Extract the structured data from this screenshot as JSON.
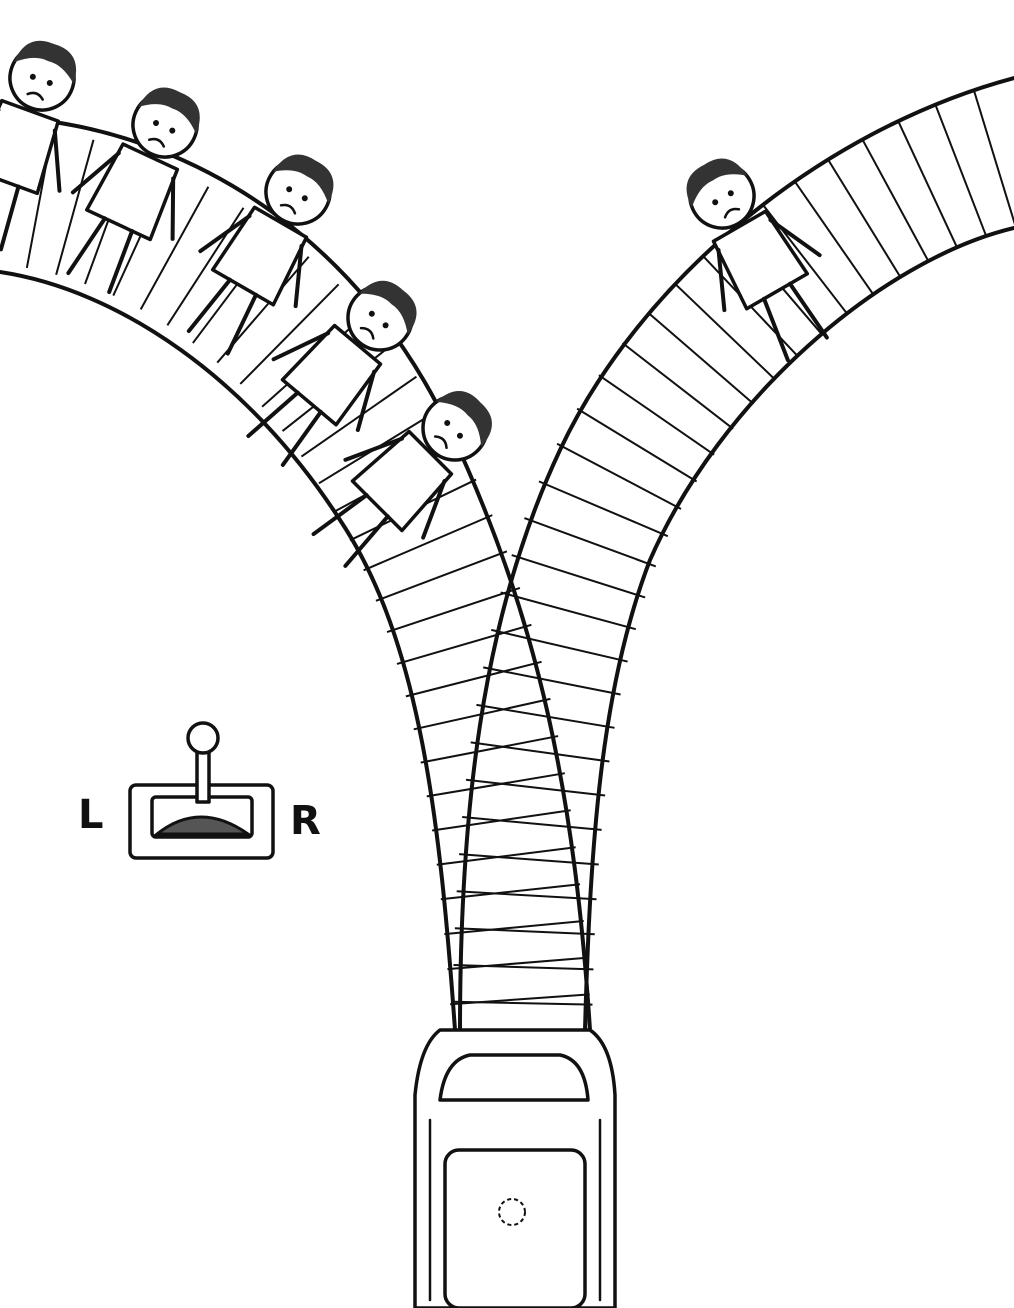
{
  "lever": {
    "left_label": "L",
    "right_label": "R"
  },
  "colors": {
    "ink": "#111111",
    "paper": "#ffffff"
  },
  "scene": {
    "people_on_left_track": 5,
    "people_on_right_track": 1
  }
}
